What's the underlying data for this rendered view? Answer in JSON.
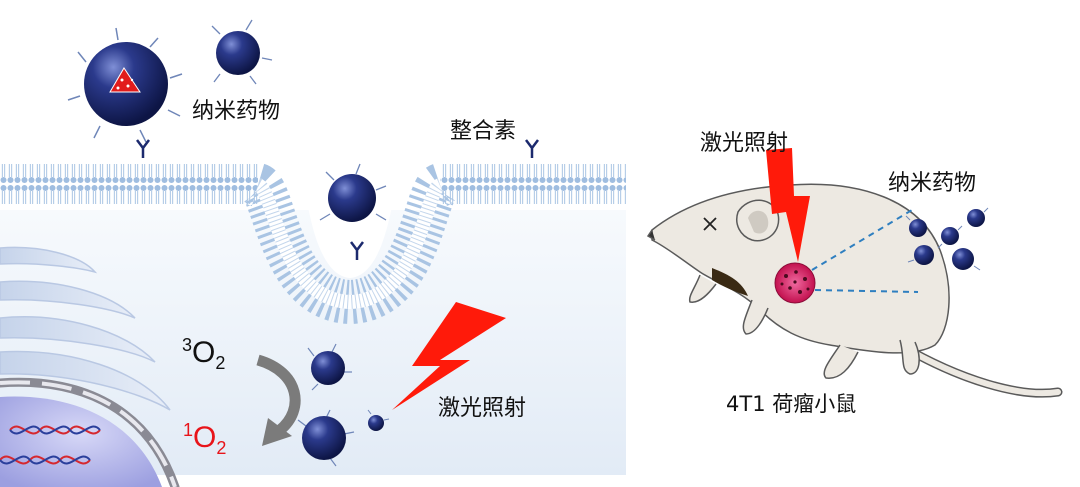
{
  "labels": {
    "nanodrug_left": "纳米药物",
    "integrin": "整合素",
    "laser_left": "激光照射",
    "laser_right": "激光照射",
    "nanodrug_right": "纳米药物",
    "mouse_caption": "4T1 荷瘤小鼠"
  },
  "oxygen": {
    "triplet_sup": "3",
    "triplet_base": "O",
    "triplet_sub": "2",
    "singlet_sup": "1",
    "singlet_base": "O",
    "singlet_sub": "2",
    "triplet_color": "#111111",
    "singlet_color": "#e8141a"
  },
  "colors": {
    "nanoparticle": "#1c2a6e",
    "laser_bolt": "#ff1a0a",
    "membrane": "#a9c4e3",
    "cytoplasm": "#e6eef8",
    "tumor": "#d4145a",
    "mouse_body": "#ede9e2",
    "dashed_line": "#2f7fc0"
  },
  "icons": [
    "nanoparticle-icon",
    "integrin-receptor-icon",
    "laser-bolt-icon",
    "dna-helix-icon",
    "tumor-icon",
    "mouse-icon",
    "arrow-curved-icon"
  ]
}
